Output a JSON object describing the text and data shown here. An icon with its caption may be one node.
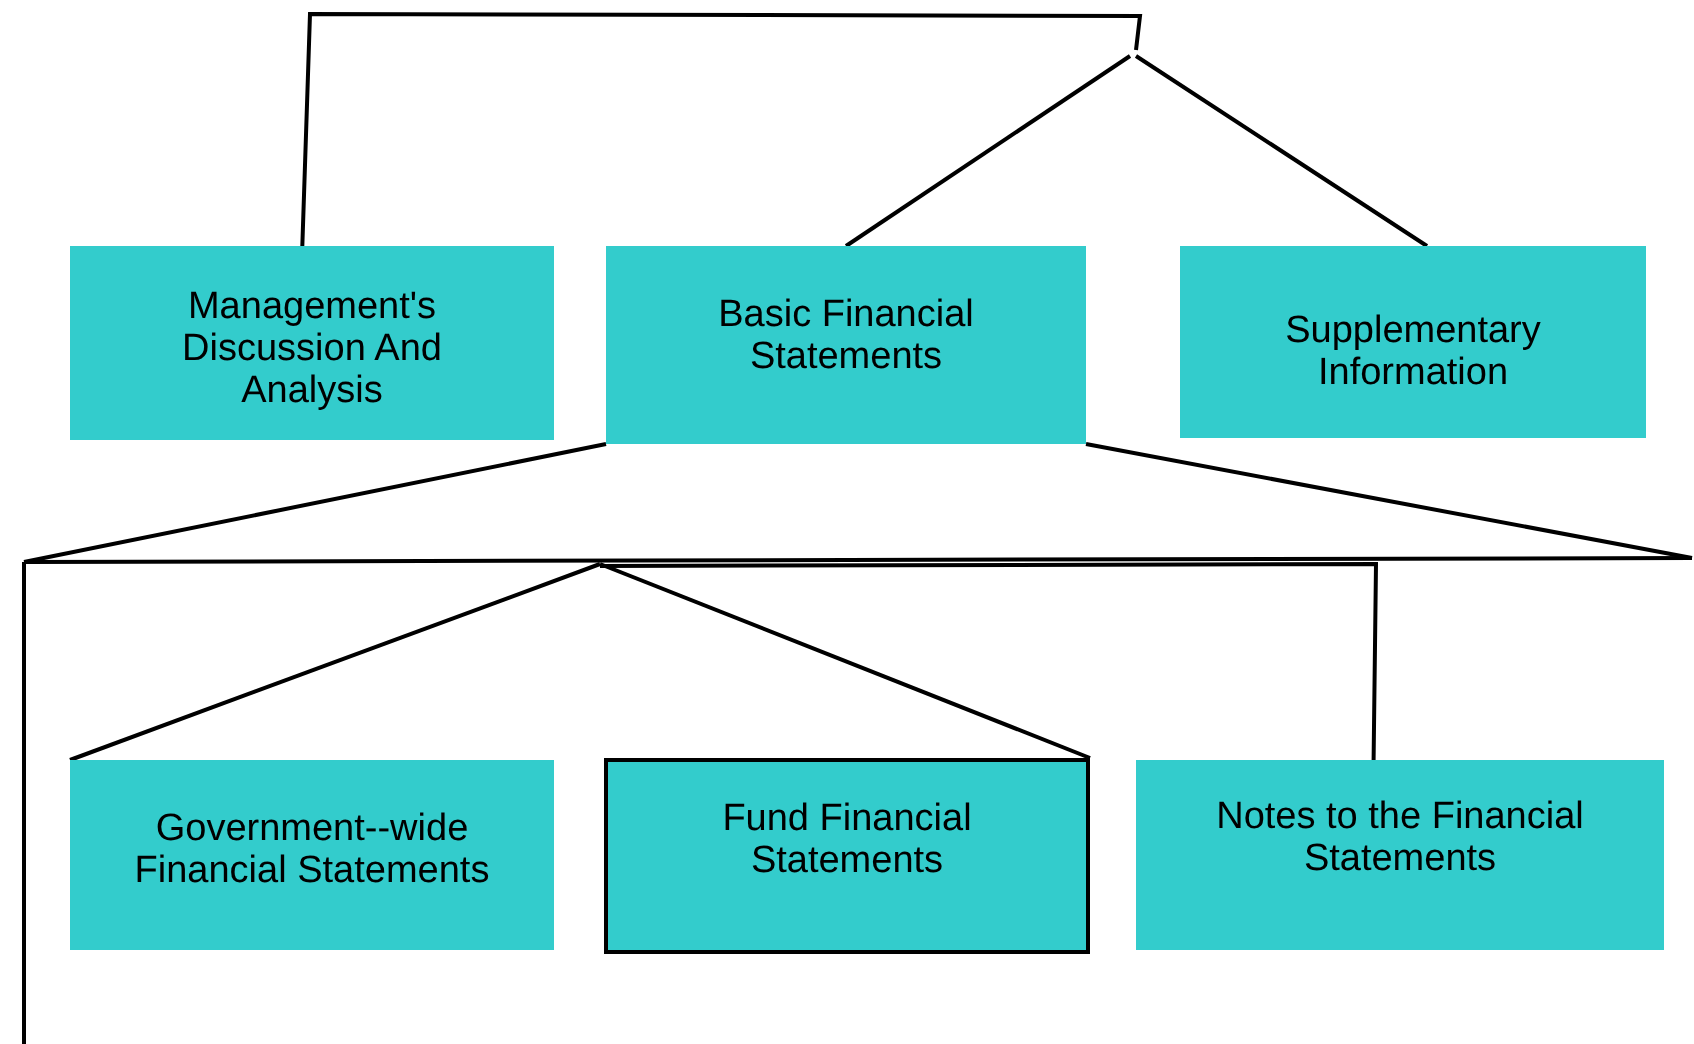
{
  "diagram": {
    "nodes": [
      {
        "text": [
          "Management's Discussion And Analysis"
        ]
      },
      {
        "text": [
          "Basic Financial Statements"
        ]
      },
      {
        "text": [
          "Supplementary Information"
        ]
      },
      {
        "text": [
          "Government--wide Financial Statements"
        ]
      },
      {
        "text": [
          "Fund Financial Statements"
        ]
      },
      {
        "text": [
          "Notes to the Financial Statements"
        ]
      }
    ],
    "edges": [
      {
        "from": null,
        "to": 0,
        "arrow": "none"
      },
      {
        "from": null,
        "to": 1,
        "arrow": "none"
      },
      {
        "from": null,
        "to": 2,
        "arrow": "none"
      },
      {
        "from": 1,
        "to": null,
        "arrow": "none"
      },
      {
        "from": 1,
        "to": null,
        "arrow": "none"
      },
      {
        "from": null,
        "to": 3,
        "arrow": "none"
      },
      {
        "from": null,
        "to": 4,
        "arrow": "none"
      },
      {
        "from": null,
        "to": 5,
        "arrow": "none"
      }
    ]
  }
}
